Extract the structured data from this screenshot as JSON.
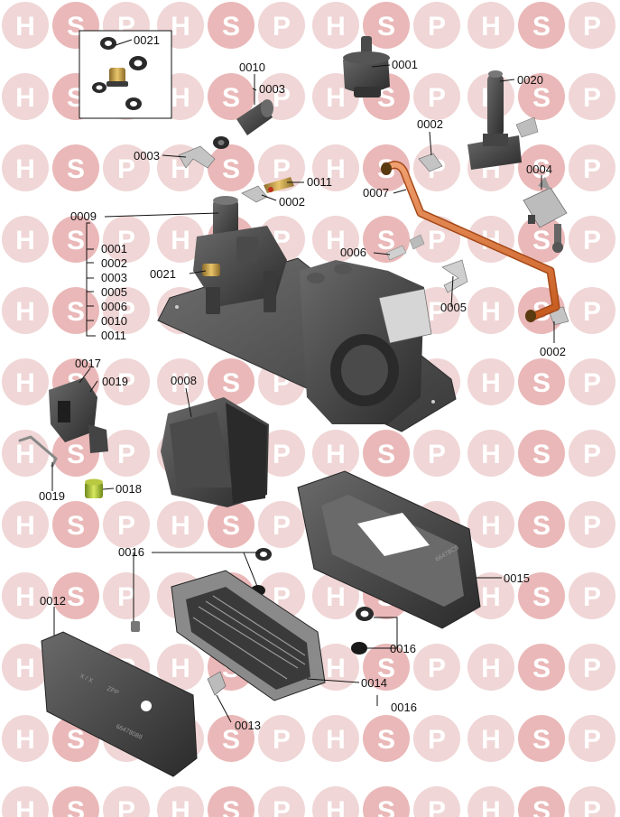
{
  "watermark": {
    "letters": [
      "H",
      "S",
      "P"
    ],
    "circle_color": "#f0d6d6",
    "center_circle_color": "#eab8b8",
    "letter_color": "#ffffff"
  },
  "colors": {
    "part_dark": "#3b3b3b",
    "part_mid": "#5a5a5a",
    "plate": "#4a4a4a",
    "pipe": "#e07a3a",
    "brass": "#c9a24a",
    "leader": "#111111"
  },
  "labels": {
    "l0021_top": "0021",
    "l0010": "0010",
    "l0003_a": "0003",
    "l0001_top": "0001",
    "l0020": "0020",
    "l0003_b": "0003",
    "l0002_a": "0002",
    "l0011_top": "0011",
    "l0002_b": "0002",
    "l0004": "0004",
    "l0007": "0007",
    "l0009": "0009",
    "l0006": "0006",
    "l0005": "0005",
    "l0021_mid": "0021",
    "l0002_c": "0002",
    "l0017": "0017",
    "l0019_a": "0019",
    "l0008": "0008",
    "l0019_b": "0019",
    "l0018": "0018",
    "l0016_a": "0016",
    "l0015": "0015",
    "l0012": "0012",
    "l0016_b": "0016",
    "l0014": "0014",
    "l0016_c": "0016",
    "l0013": "0013"
  },
  "kit_0009_items": [
    "0001",
    "0002",
    "0003",
    "0005",
    "0006",
    "0010",
    "0011"
  ],
  "engravings": {
    "cover_mark": "X / X",
    "cover_code": "ZPP",
    "cover_partno": "66478088",
    "bracket_partno": "66478C9"
  }
}
